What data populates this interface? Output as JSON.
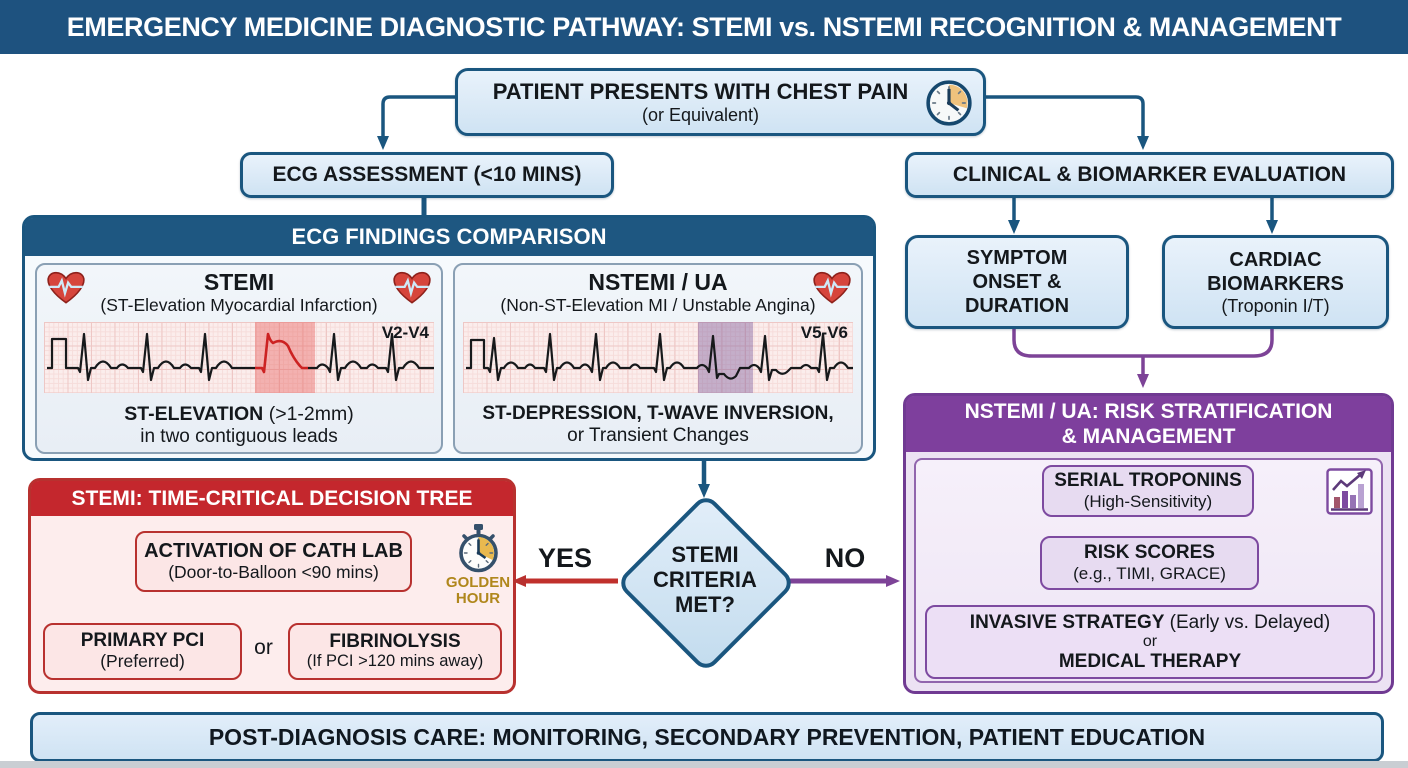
{
  "title": "EMERGENCY MEDICINE DIAGNOSTIC PATHWAY: STEMI vs. NSTEMI RECOGNITION & MANAGEMENT",
  "patient": {
    "title": "PATIENT PRESENTS WITH CHEST PAIN",
    "subtitle": "(or Equivalent)"
  },
  "left_branch": {
    "ecg_assessment": "ECG ASSESSMENT (<10 MINS)"
  },
  "right_branch": {
    "clinical_evaluation": "CLINICAL & BIOMARKER EVALUATION",
    "symptom_onset": "SYMPTOM ONSET & DURATION",
    "cardiac_biomarkers_title": "CARDIAC BIOMARKERS",
    "cardiac_biomarkers_sub": "(Troponin I/T)"
  },
  "ecg_comparison": {
    "header": "ECG FINDINGS COMPARISON",
    "stemi": {
      "title": "STEMI",
      "subtitle": "(ST-Elevation Myocardial Infarction)",
      "lead": "V2-V4",
      "finding_bold": "ST-ELEVATION",
      "finding_detail": " (>1-2mm)",
      "finding_line2": "in two contiguous leads"
    },
    "nstemi": {
      "title": "NSTEMI / UA",
      "subtitle": "(Non-ST-Elevation MI / Unstable Angina)",
      "lead": "V5-V6",
      "finding_bold": "ST-DEPRESSION, T-WAVE INVERSION,",
      "finding_line2": "or Transient Changes"
    }
  },
  "decision": {
    "question": "STEMI CRITERIA MET?",
    "yes_label": "YES",
    "no_label": "NO"
  },
  "stemi_pathway": {
    "header": "STEMI: TIME-CRITICAL DECISION TREE",
    "cath_lab_title": "ACTIVATION OF CATH LAB",
    "cath_lab_sub": "(Door-to-Balloon <90 mins)",
    "golden_hour": "GOLDEN HOUR",
    "primary_pci_title": "PRIMARY PCI",
    "primary_pci_sub": "(Preferred)",
    "or_label": "or",
    "fibrinolysis_title": "FIBRINOLYSIS",
    "fibrinolysis_sub": "(If PCI >120 mins away)"
  },
  "nstemi_pathway": {
    "header_line1": "NSTEMI / UA: RISK STRATIFICATION",
    "header_line2": "& MANAGEMENT",
    "serial_troponins_title": "SERIAL TROPONINS",
    "serial_troponins_sub": "(High-Sensitivity)",
    "risk_scores_title": "RISK SCORES",
    "risk_scores_sub": "(e.g., TIMI, GRACE)",
    "strategy_bold1": "INVASIVE STRATEGY",
    "strategy_detail1": " (Early vs. Delayed)",
    "strategy_or": "or",
    "strategy_bold2": "MEDICAL THERAPY"
  },
  "footer": "POST-DIAGNOSIS CARE: MONITORING, SECONDARY PREVENTION, PATIENT EDUCATION",
  "colors": {
    "primary_blue": "#1e527f",
    "light_blue_fill": "#d9e9f6",
    "alert_red": "#c4272d",
    "light_red_fill": "#fdecec",
    "purple": "#7e3f9d",
    "light_purple_fill": "#ece2f3",
    "gold": "#b0871c",
    "ecg_grid_pink": "#fbedec",
    "stemi_highlight": "#ef7b76",
    "nstemi_highlight": "#8f6fb3"
  }
}
